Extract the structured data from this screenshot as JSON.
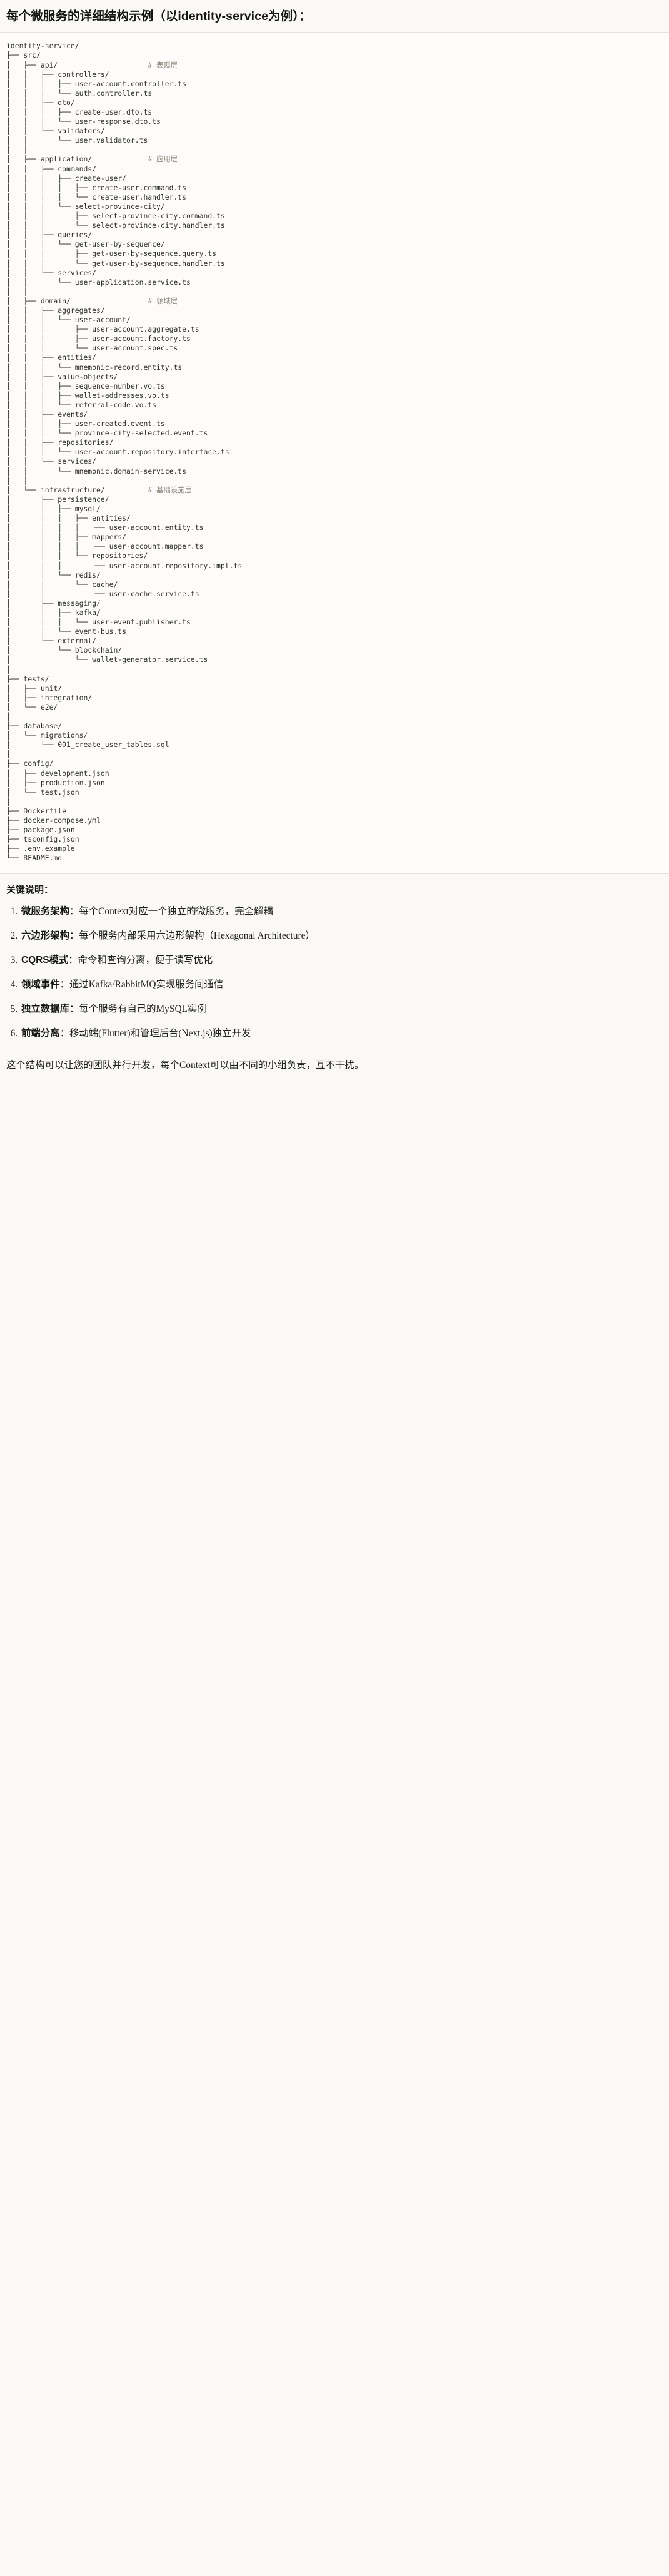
{
  "title": "每个微服务的详细结构示例（以identity-service为例）：",
  "tree": {
    "root_label": "identity-service/",
    "layer_comments": {
      "api": "# 表现层",
      "application": "# 应用层",
      "domain": "# 领域层",
      "infrastructure": "# 基础设施层"
    },
    "lines": [
      {
        "text": "identity-service/",
        "comment": ""
      },
      {
        "text": "├── src/",
        "comment": ""
      },
      {
        "text": "│   ├── api/",
        "comment": "# 表现层"
      },
      {
        "text": "│   │   ├── controllers/",
        "comment": ""
      },
      {
        "text": "│   │   │   ├── user-account.controller.ts",
        "comment": ""
      },
      {
        "text": "│   │   │   └── auth.controller.ts",
        "comment": ""
      },
      {
        "text": "│   │   ├── dto/",
        "comment": ""
      },
      {
        "text": "│   │   │   ├── create-user.dto.ts",
        "comment": ""
      },
      {
        "text": "│   │   │   └── user-response.dto.ts",
        "comment": ""
      },
      {
        "text": "│   │   └── validators/",
        "comment": ""
      },
      {
        "text": "│   │       └── user.validator.ts",
        "comment": ""
      },
      {
        "text": "│   │",
        "comment": ""
      },
      {
        "text": "│   ├── application/",
        "comment": "# 应用层"
      },
      {
        "text": "│   │   ├── commands/",
        "comment": ""
      },
      {
        "text": "│   │   │   ├── create-user/",
        "comment": ""
      },
      {
        "text": "│   │   │   │   ├── create-user.command.ts",
        "comment": ""
      },
      {
        "text": "│   │   │   │   └── create-user.handler.ts",
        "comment": ""
      },
      {
        "text": "│   │   │   └── select-province-city/",
        "comment": ""
      },
      {
        "text": "│   │   │       ├── select-province-city.command.ts",
        "comment": ""
      },
      {
        "text": "│   │   │       └── select-province-city.handler.ts",
        "comment": ""
      },
      {
        "text": "│   │   ├── queries/",
        "comment": ""
      },
      {
        "text": "│   │   │   └── get-user-by-sequence/",
        "comment": ""
      },
      {
        "text": "│   │   │       ├── get-user-by-sequence.query.ts",
        "comment": ""
      },
      {
        "text": "│   │   │       └── get-user-by-sequence.handler.ts",
        "comment": ""
      },
      {
        "text": "│   │   └── services/",
        "comment": ""
      },
      {
        "text": "│   │       └── user-application.service.ts",
        "comment": ""
      },
      {
        "text": "│   │",
        "comment": ""
      },
      {
        "text": "│   ├── domain/",
        "comment": "# 领域层"
      },
      {
        "text": "│   │   ├── aggregates/",
        "comment": ""
      },
      {
        "text": "│   │   │   └── user-account/",
        "comment": ""
      },
      {
        "text": "│   │   │       ├── user-account.aggregate.ts",
        "comment": ""
      },
      {
        "text": "│   │   │       ├── user-account.factory.ts",
        "comment": ""
      },
      {
        "text": "│   │   │       └── user-account.spec.ts",
        "comment": ""
      },
      {
        "text": "│   │   ├── entities/",
        "comment": ""
      },
      {
        "text": "│   │   │   └── mnemonic-record.entity.ts",
        "comment": ""
      },
      {
        "text": "│   │   ├── value-objects/",
        "comment": ""
      },
      {
        "text": "│   │   │   ├── sequence-number.vo.ts",
        "comment": ""
      },
      {
        "text": "│   │   │   ├── wallet-addresses.vo.ts",
        "comment": ""
      },
      {
        "text": "│   │   │   └── referral-code.vo.ts",
        "comment": ""
      },
      {
        "text": "│   │   ├── events/",
        "comment": ""
      },
      {
        "text": "│   │   │   ├── user-created.event.ts",
        "comment": ""
      },
      {
        "text": "│   │   │   └── province-city-selected.event.ts",
        "comment": ""
      },
      {
        "text": "│   │   ├── repositories/",
        "comment": ""
      },
      {
        "text": "│   │   │   └── user-account.repository.interface.ts",
        "comment": ""
      },
      {
        "text": "│   │   └── services/",
        "comment": ""
      },
      {
        "text": "│   │       └── mnemonic.domain-service.ts",
        "comment": ""
      },
      {
        "text": "│   │",
        "comment": ""
      },
      {
        "text": "│   └── infrastructure/",
        "comment": "# 基础设施层"
      },
      {
        "text": "│       ├── persistence/",
        "comment": ""
      },
      {
        "text": "│       │   ├── mysql/",
        "comment": ""
      },
      {
        "text": "│       │   │   ├── entities/",
        "comment": ""
      },
      {
        "text": "│       │   │   │   └── user-account.entity.ts",
        "comment": ""
      },
      {
        "text": "│       │   │   ├── mappers/",
        "comment": ""
      },
      {
        "text": "│       │   │   │   └── user-account.mapper.ts",
        "comment": ""
      },
      {
        "text": "│       │   │   └── repositories/",
        "comment": ""
      },
      {
        "text": "│       │   │       └── user-account.repository.impl.ts",
        "comment": ""
      },
      {
        "text": "│       │   └── redis/",
        "comment": ""
      },
      {
        "text": "│       │       └── cache/",
        "comment": ""
      },
      {
        "text": "│       │           └── user-cache.service.ts",
        "comment": ""
      },
      {
        "text": "│       ├── messaging/",
        "comment": ""
      },
      {
        "text": "│       │   ├── kafka/",
        "comment": ""
      },
      {
        "text": "│       │   │   └── user-event.publisher.ts",
        "comment": ""
      },
      {
        "text": "│       │   └── event-bus.ts",
        "comment": ""
      },
      {
        "text": "│       └── external/",
        "comment": ""
      },
      {
        "text": "│           └── blockchain/",
        "comment": ""
      },
      {
        "text": "│               └── wallet-generator.service.ts",
        "comment": ""
      },
      {
        "text": "│",
        "comment": ""
      },
      {
        "text": "├── tests/",
        "comment": ""
      },
      {
        "text": "│   ├── unit/",
        "comment": ""
      },
      {
        "text": "│   ├── integration/",
        "comment": ""
      },
      {
        "text": "│   └── e2e/",
        "comment": ""
      },
      {
        "text": "│",
        "comment": ""
      },
      {
        "text": "├── database/",
        "comment": ""
      },
      {
        "text": "│   └── migrations/",
        "comment": ""
      },
      {
        "text": "│       └── 001_create_user_tables.sql",
        "comment": ""
      },
      {
        "text": "│",
        "comment": ""
      },
      {
        "text": "├── config/",
        "comment": ""
      },
      {
        "text": "│   ├── development.json",
        "comment": ""
      },
      {
        "text": "│   ├── production.json",
        "comment": ""
      },
      {
        "text": "│   └── test.json",
        "comment": ""
      },
      {
        "text": "│",
        "comment": ""
      },
      {
        "text": "├── Dockerfile",
        "comment": ""
      },
      {
        "text": "├── docker-compose.yml",
        "comment": ""
      },
      {
        "text": "├── package.json",
        "comment": ""
      },
      {
        "text": "├── tsconfig.json",
        "comment": ""
      },
      {
        "text": "├── .env.example",
        "comment": ""
      },
      {
        "text": "└── README.md",
        "comment": ""
      }
    ]
  },
  "keypoints": {
    "heading": "关键说明：",
    "items": [
      {
        "term": "微服务架构",
        "sep": "：",
        "desc": "每个Context对应一个独立的微服务，完全解耦"
      },
      {
        "term": "六边形架构",
        "sep": "：",
        "desc": "每个服务内部采用六边形架构（Hexagonal Architecture）"
      },
      {
        "term": "CQRS模式",
        "sep": "：",
        "desc": "命令和查询分离，便于读写优化"
      },
      {
        "term": "领域事件",
        "sep": "：",
        "desc": "通过Kafka/RabbitMQ实现服务间通信"
      },
      {
        "term": "独立数据库",
        "sep": "：",
        "desc": "每个服务有自己的MySQL实例"
      },
      {
        "term": "前端分离",
        "sep": "：",
        "desc": "移动端(Flutter)和管理后台(Next.js)独立开发"
      }
    ]
  },
  "closing": "这个结构可以让您的团队并行开发，每个Context可以由不同的小组负责，互不干扰。",
  "colors": {
    "page_background": "#faf9f5",
    "code_background": "#fdfcfa",
    "text": "#1a1a18",
    "code_text": "#2f2f2d",
    "comment_text": "#8a877c",
    "rule": "#e6e3da"
  }
}
